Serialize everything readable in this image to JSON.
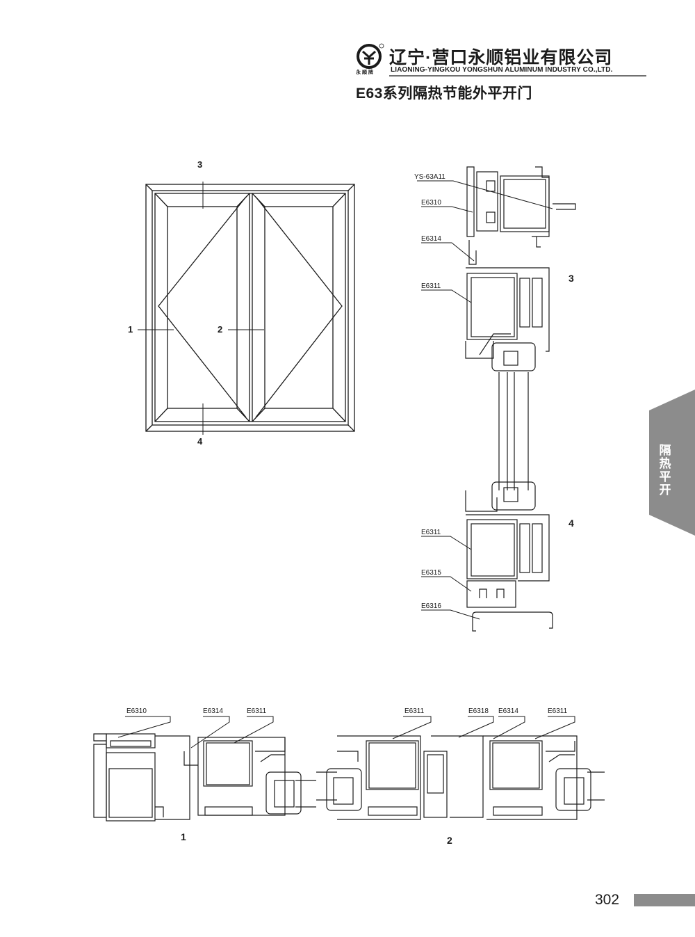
{
  "header": {
    "company_cn": "辽宁·营口永顺铝业有限公司",
    "company_en": "LIAONING-YINGKOU YONGSHUN ALUMINUM INDUSTRY CO.,LTD.",
    "logo_caption": "永 順 牌",
    "title": "E63系列隔热节能外平开门"
  },
  "side_tab": {
    "label": "隔热平开"
  },
  "elevation": {
    "markers": [
      "1",
      "2",
      "3",
      "4"
    ]
  },
  "vertical_section": {
    "labels": [
      "YS-63A11",
      "E6310",
      "E6314",
      "E6311",
      "E6311",
      "E6315",
      "E6316"
    ],
    "markers": [
      "3",
      "4"
    ]
  },
  "horizontal_section_1": {
    "labels": [
      "E6310",
      "E6314",
      "E6311"
    ],
    "marker": "1"
  },
  "horizontal_section_2": {
    "labels": [
      "E6311",
      "E6318",
      "E6314",
      "E6311"
    ],
    "marker": "2"
  },
  "footer": {
    "page_number": "302"
  },
  "colors": {
    "tab": "#8c8c8c",
    "ink": "#1a1a1a",
    "page_bar": "#8c8c8c"
  }
}
